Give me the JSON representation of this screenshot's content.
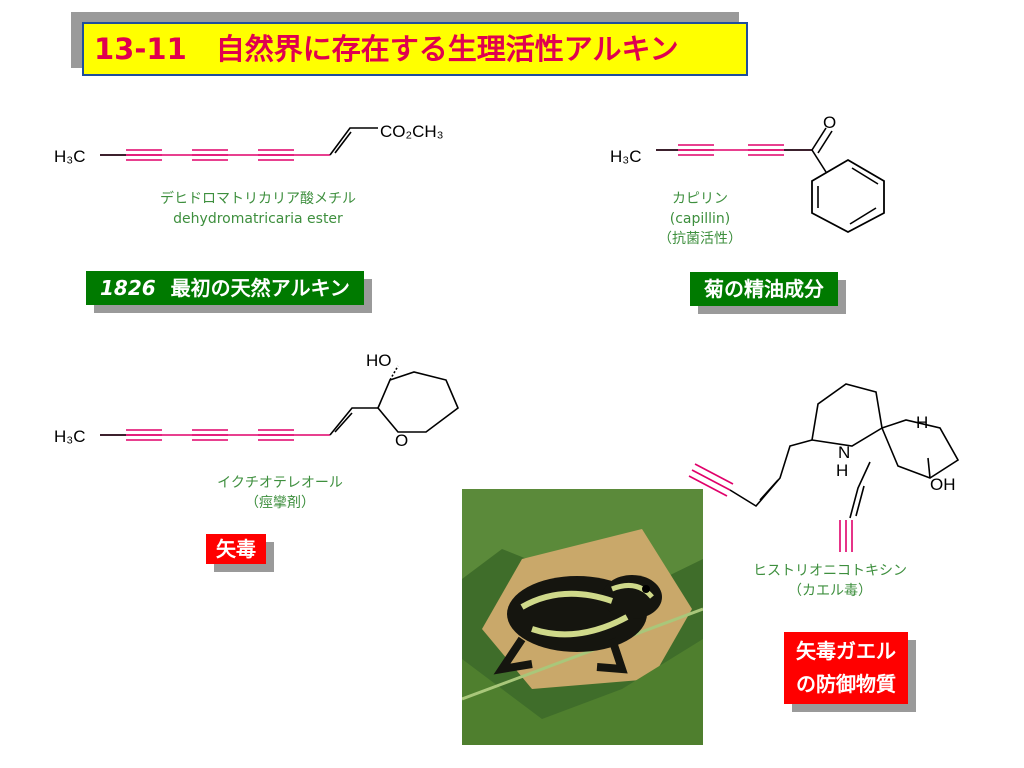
{
  "title": "13-11　自然界に存在する生理活性アルキン",
  "compounds": {
    "dehydro": {
      "name_jp": "デヒドロマトリカリア酸メチル",
      "name_en": "dehydromatricaria ester",
      "badge_year": "1826",
      "badge_text": "最初の天然アルキン"
    },
    "capillin": {
      "name_jp": "カピリン",
      "name_en": "(capillin)",
      "activity": "（抗菌活性）",
      "badge": "菊の精油成分"
    },
    "ichthyo": {
      "name_jp": "イクチオテレオール",
      "activity": "（痙攣剤）",
      "badge": "矢毒"
    },
    "histrio": {
      "name_jp": "ヒストリオニコトキシン",
      "note": "（カエル毒）",
      "badge_line1": "矢毒ガエル",
      "badge_line2": "の防御物質"
    }
  },
  "structure_labels": {
    "h3c": "H₃C",
    "co2ch3": "CO₂CH₃",
    "o": "O",
    "ho": "HO",
    "h": "H",
    "n": "N",
    "oh": "OH"
  },
  "colors": {
    "title_bg": "#ffff00",
    "title_text": "#e0004f",
    "alkyne": "#e0006a",
    "name_text": "#3e8f3e",
    "badge_green": "#007a00",
    "badge_red": "#ff0000"
  },
  "photo": {
    "subject": "poison dart frog on leaf"
  }
}
